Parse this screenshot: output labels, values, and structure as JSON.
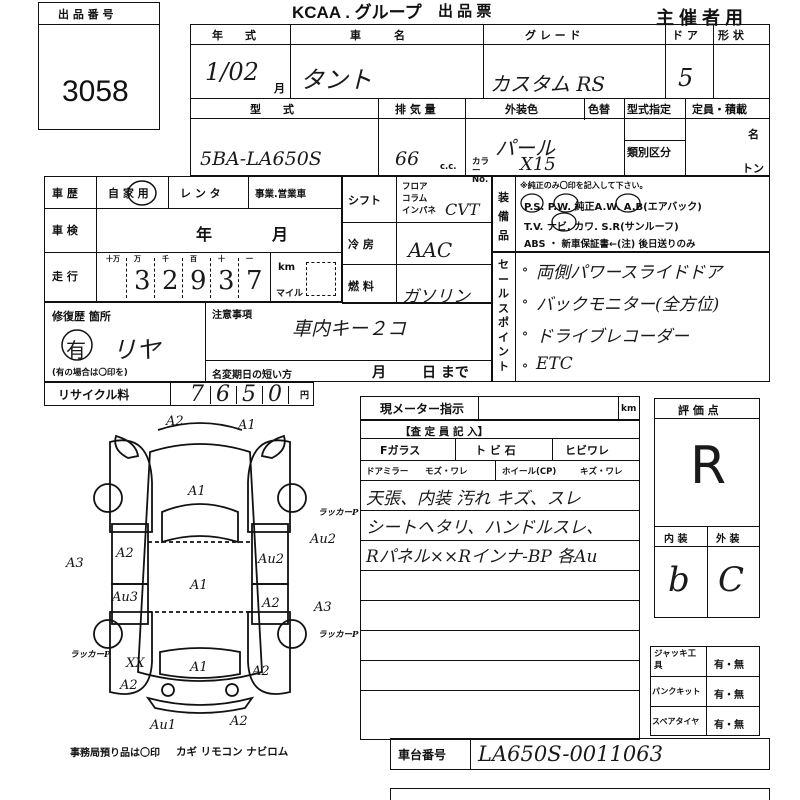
{
  "header": {
    "lot_label": "出 品 番 号",
    "lot_number": "3058",
    "org": "KCAA . グループ",
    "sheet_title": "出 品 票",
    "organizer_use": "主 催 者 用"
  },
  "vehicle": {
    "year_label": "年　　式",
    "name_label": "車　　　名",
    "grade_label": "グ レ ー ド",
    "door_label": "ド ア",
    "shape_label": "形 状",
    "year_value": "1/02",
    "month_unit": "月",
    "name_value": "タント",
    "grade_value": "カスタム RS",
    "door_value": "5",
    "model_label": "型　　式",
    "displacement_label": "排 気 量",
    "exterior_color_label": "外装色",
    "color_no_label": "色替",
    "type_designation_label": "型式指定",
    "capacity_label": "定員・積載",
    "category_label": "類別区分",
    "persons_unit": "名",
    "ton_unit": "トン",
    "model_value": "5BA-LA650S",
    "displacement_value": "66",
    "cc_unit": "c.c.",
    "color_value": "パール",
    "color_code_label": "カラー No.",
    "color_code_value": "X15"
  },
  "usage": {
    "row_label": "車 歴",
    "private": "自 家 用",
    "rental": "レ ン タ",
    "business": "事業.営業車",
    "shaken_label": "車 検",
    "year_unit": "年",
    "month_unit": "月",
    "mileage_label": "走 行",
    "digit_headers": [
      "十万",
      "万",
      "千",
      "百",
      "十",
      "一"
    ],
    "mileage_digits": [
      "",
      "3",
      "2",
      "9",
      "3",
      "7"
    ],
    "km_label": "km",
    "mile_label": "マイル"
  },
  "spec": {
    "shift_label": "シフト",
    "shift_opts": [
      "フロア",
      "コラム",
      "インパネ"
    ],
    "shift_value": "CVT",
    "ac_label": "冷 房",
    "ac_value": "AAC",
    "fuel_label": "燃 料",
    "fuel_value": "ガソリン"
  },
  "equipment": {
    "side_label": "装備品",
    "note": "※純正のみ〇印を記入して下さい。",
    "line1": "P.S. P.W. 純正A.W. A.B(エアバック)",
    "line2": "T.V. ナビ. カワ. S.R(サンルーフ)",
    "line3": "ABS ・ 新車保証書←(注) 後日送りのみ"
  },
  "sales_points": {
    "label": "セールスポイント",
    "items": [
      "両側パワースライドドア",
      "バックモニター(全方位)",
      "ドライブレコーダー",
      "ETC"
    ]
  },
  "repair": {
    "label": "修復歴 箇所",
    "has": "有",
    "location": "リヤ",
    "note": "(有の場合は〇印を)",
    "caution_label": "注意事項",
    "caution_value": "車内キー２コ",
    "name_change_label": "名変期日の短い方",
    "month_unit": "月",
    "day_unit": "日 まで"
  },
  "recycle": {
    "label": "リサイクル料",
    "digits": [
      "7",
      "6",
      "5",
      "0"
    ],
    "unit": "円"
  },
  "meter": {
    "label": "現メーター指示",
    "unit": "km"
  },
  "inspection": {
    "header": "【査 定 員 記 入】",
    "fglass": "Fガラス",
    "chip": "ト ビ 石",
    "crack": "ヒビワレ",
    "mirror": "ドアミラー",
    "mirror_opts": "モズ・ワレ",
    "wheel": "ホイール(CP)",
    "wheel_opts": "キズ・ワレ",
    "notes": [
      "天張、内装 汚れ キズ、スレ",
      "シートヘタリ、ハンドルスレ、",
      "Rパネル××Rインナ-BP 各Au"
    ]
  },
  "grade_box": {
    "label": "評 価 点",
    "score": "R",
    "interior_label": "内 装",
    "exterior_label": "外 装",
    "interior": "b",
    "exterior": "C"
  },
  "tools": {
    "jack": "ジャッキ工具",
    "puncture": "パンクキット",
    "spare": "スペアタイヤ",
    "options": "有・無"
  },
  "chassis": {
    "label": "車台番号",
    "value": "LA650S-0011063"
  },
  "office": {
    "label": "事務局預り品は〇印",
    "items": "カギ リモコン ナビロム"
  },
  "damage": {
    "marks": [
      {
        "code": "A2"
      },
      {
        "code": "A1"
      },
      {
        "code": "A1"
      },
      {
        "code": "A3"
      },
      {
        "code": "A2"
      },
      {
        "code": "Au3"
      },
      {
        "code": "A1"
      },
      {
        "code": "Au2"
      },
      {
        "code": "Au2"
      },
      {
        "code": "A2"
      },
      {
        "code": "A3"
      },
      {
        "code": "XX"
      },
      {
        "code": "A2"
      },
      {
        "code": "A1"
      },
      {
        "code": "A2"
      },
      {
        "code": "Au1"
      },
      {
        "code": "A2"
      }
    ],
    "rust": "ラッカーP"
  }
}
